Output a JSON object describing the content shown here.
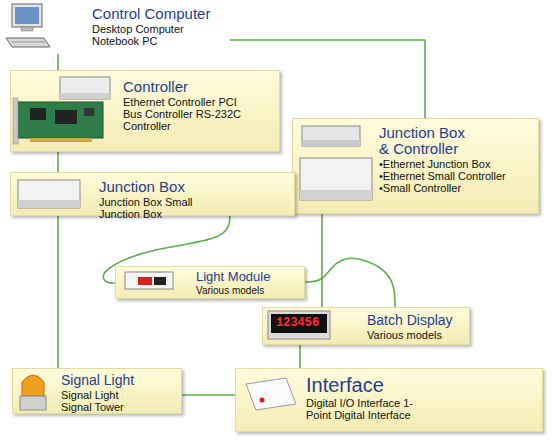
{
  "diagram": {
    "nodes": [
      {
        "text": [
          "Control Computer",
          "Desktop Computer Notebook PC"
        ]
      },
      {
        "text": [
          "Controller",
          "Ethernet Controller PCI Bus Controller RS-232C Controller"
        ]
      },
      {
        "text": [
          "Junction Box & Controller",
          "•Ethernet Junction Box •Ethernet Small Controller •Small Controller"
        ]
      },
      {
        "text": [
          "Junction Box",
          "Junction Box Small Junction Box"
        ]
      },
      {
        "text": [
          "Light Module",
          "Various models"
        ]
      },
      {
        "text": [
          "Batch Display",
          "Various models"
        ]
      },
      {
        "text": [
          "Signal Light",
          "Signal Light Signal Tower"
        ]
      },
      {
        "text": [
          "Interface",
          "Digital I/O Interface 1-Point Digital Interface"
        ]
      }
    ],
    "edges": [
      {
        "from": 0,
        "to": 1,
        "arrow": "none"
      },
      {
        "from": 0,
        "to": 2,
        "arrow": "none"
      },
      {
        "from": 1,
        "to": 3,
        "arrow": "none"
      },
      {
        "from": 3,
        "to": 6,
        "arrow": "none"
      },
      {
        "from": 3,
        "to": 4,
        "arrow": "none"
      },
      {
        "from": 4,
        "to": 5,
        "arrow": "none"
      },
      {
        "from": 2,
        "to": 5,
        "arrow": "none"
      },
      {
        "from": 5,
        "to": 7,
        "arrow": "none"
      },
      {
        "from": 6,
        "to": 7,
        "arrow": "none"
      }
    ],
    "labels": [
      "123456"
    ]
  }
}
